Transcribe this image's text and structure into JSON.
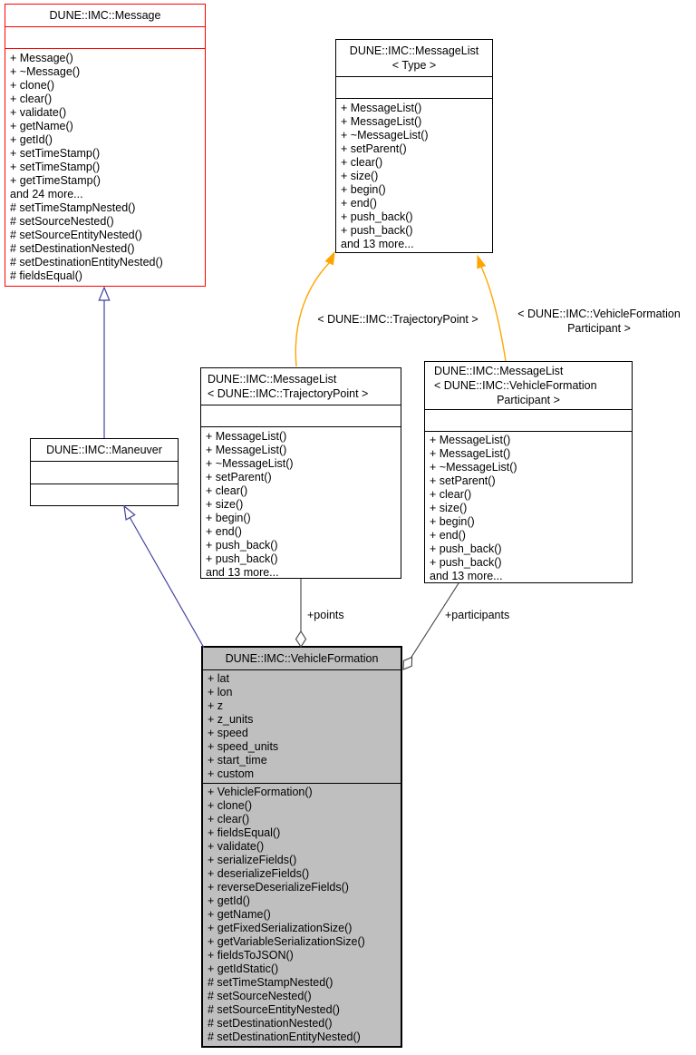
{
  "classes": {
    "message": {
      "title": "DUNE::IMC::Message",
      "methods": [
        "+ Message()",
        "+ ~Message()",
        "+ clone()",
        "+ clear()",
        "+ validate()",
        "+ getName()",
        "+ getId()",
        "+ setTimeStamp()",
        "+ setTimeStamp()",
        "+ getTimeStamp()",
        "and 24 more...",
        "# setTimeStampNested()",
        "# setSourceNested()",
        "# setSourceEntityNested()",
        "# setDestinationNested()",
        "# setDestinationEntityNested()",
        "# fieldsEqual()"
      ]
    },
    "messagelist_type": {
      "title_line1": "DUNE::IMC::MessageList",
      "title_line2": "< Type >",
      "methods": [
        "+ MessageList()",
        "+ MessageList()",
        "+ ~MessageList()",
        "+ setParent()",
        "+ clear()",
        "+ size()",
        "+ begin()",
        "+ end()",
        "+ push_back()",
        "+ push_back()",
        "and 13 more..."
      ]
    },
    "maneuver": {
      "title": "DUNE::IMC::Maneuver"
    },
    "messagelist_trajectorypoint": {
      "title_line1": "DUNE::IMC::MessageList",
      "title_line2": "< DUNE::IMC::TrajectoryPoint >",
      "methods": [
        "+ MessageList()",
        "+ MessageList()",
        "+ ~MessageList()",
        "+ setParent()",
        "+ clear()",
        "+ size()",
        "+ begin()",
        "+ end()",
        "+ push_back()",
        "+ push_back()",
        "and 13 more..."
      ]
    },
    "messagelist_participant": {
      "title_line1": "DUNE::IMC::MessageList",
      "title_line2": "< DUNE::IMC::VehicleFormation",
      "title_line3": "Participant >",
      "methods": [
        "+ MessageList()",
        "+ MessageList()",
        "+ ~MessageList()",
        "+ setParent()",
        "+ clear()",
        "+ size()",
        "+ begin()",
        "+ end()",
        "+ push_back()",
        "+ push_back()",
        "and 13 more..."
      ]
    },
    "vehicleformation": {
      "title": "DUNE::IMC::VehicleFormation",
      "attributes": [
        "+ lat",
        "+ lon",
        "+ z",
        "+ z_units",
        "+ speed",
        "+ speed_units",
        "+ start_time",
        "+ custom"
      ],
      "methods": [
        "+ VehicleFormation()",
        "+ clone()",
        "+ clear()",
        "+ fieldsEqual()",
        "+ validate()",
        "+ serializeFields()",
        "+ deserializeFields()",
        "+ reverseDeserializeFields()",
        "+ getId()",
        "+ getName()",
        "+ getFixedSerializationSize()",
        "+ getVariableSerializationSize()",
        "+ fieldsToJSON()",
        "+ getIdStatic()",
        "# setTimeStampNested()",
        "# setSourceNested()",
        "# setSourceEntityNested()",
        "# setDestinationNested()",
        "# setDestinationEntityNested()"
      ]
    }
  },
  "edges": {
    "template_trajectorypoint_label": "< DUNE::IMC::TrajectoryPoint >",
    "template_participant_label_line1": "< DUNE::IMC::VehicleFormation",
    "template_participant_label_line2": "Participant >",
    "points_label": "+points",
    "participants_label": "+participants"
  },
  "colors": {
    "message_border": "#ff0000",
    "box_border": "#000000",
    "node_fill": "#ffffff",
    "highlight_fill": "#bfbfbf",
    "template_arrow": "#ffa500",
    "inheritance_arrow": "#4343a0",
    "aggregation_line": "#3f3f3f"
  }
}
